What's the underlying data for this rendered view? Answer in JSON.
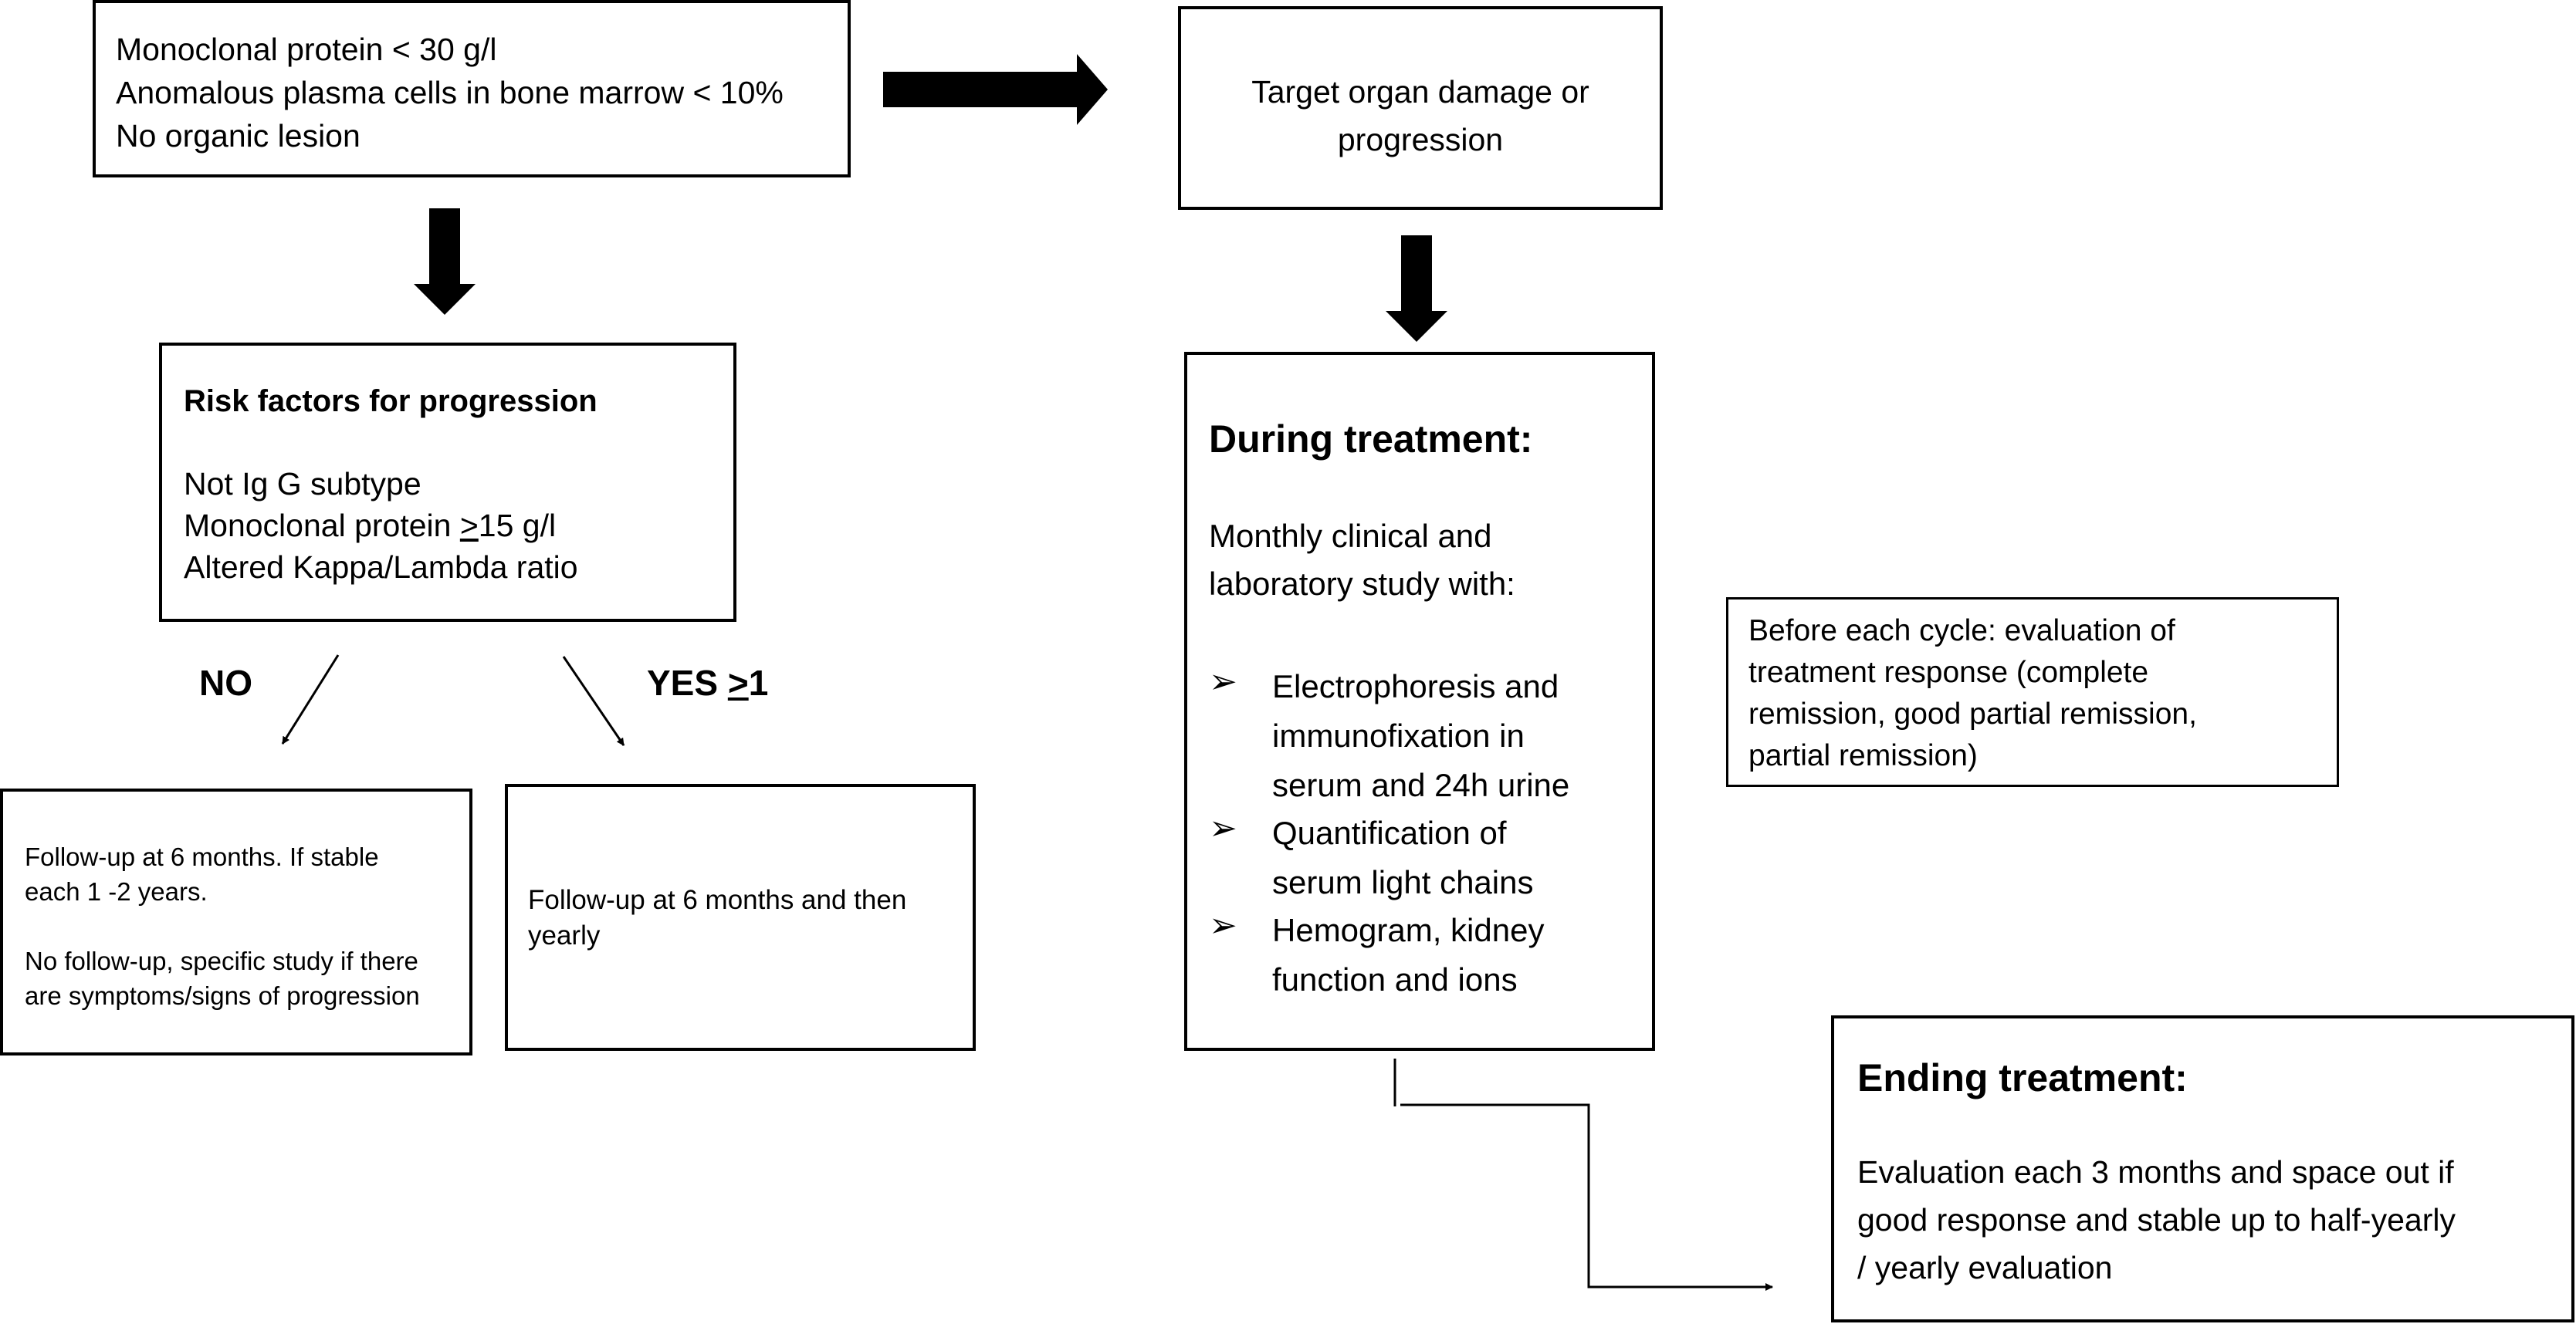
{
  "box_mgus": {
    "lines": [
      "Monoclonal protein < 30 g/l",
      "Anomalous plasma cells in bone marrow  < 10%",
      "No organic lesion"
    ]
  },
  "box_target": {
    "lines": [
      "Target organ damage or",
      "progression"
    ]
  },
  "box_risk": {
    "title": "Risk factors for progression",
    "items": [
      "Not Ig G subtype"
    ],
    "item2_prefix": "Monoclonal protein ",
    "item2_symbol": ">",
    "item2_suffix": "15 g/l",
    "item3": "Altered Kappa/Lambda ratio"
  },
  "labels": {
    "no": "NO",
    "yes_prefix": "YES ",
    "yes_symbol": ">",
    "yes_suffix": "1"
  },
  "box_no": {
    "p1_line1": "Follow-up at 6 months. If stable",
    "p1_line2": "each 1 -2 years.",
    "p2_line1": "No follow-up, specific study if there",
    "p2_line2": "are symptoms/signs of progression"
  },
  "box_yes": {
    "line1": "Follow-up at 6  months and then",
    "line2": "yearly"
  },
  "box_during": {
    "title": "During treatment:",
    "intro_line1": "Monthly clinical and",
    "intro_line2": "laboratory study with:",
    "bullet_mark": "➢",
    "bullets": [
      [
        "Electrophoresis  and",
        "immunofixation in",
        "serum and 24h urine"
      ],
      [
        "Quantification  of",
        "serum light chains"
      ],
      [
        "Hemogram,  kidney",
        "function and ions"
      ]
    ]
  },
  "box_cycle": {
    "lines": [
      "Before each cycle: evaluation of",
      "treatment response (complete",
      "remission, good partial remission,",
      "partial remission)"
    ]
  },
  "box_ending": {
    "title": "Ending treatment:",
    "lines": [
      "Evaluation each 3 months and space out if",
      "good response and stable up to half-yearly",
      "/ yearly evaluation"
    ]
  }
}
